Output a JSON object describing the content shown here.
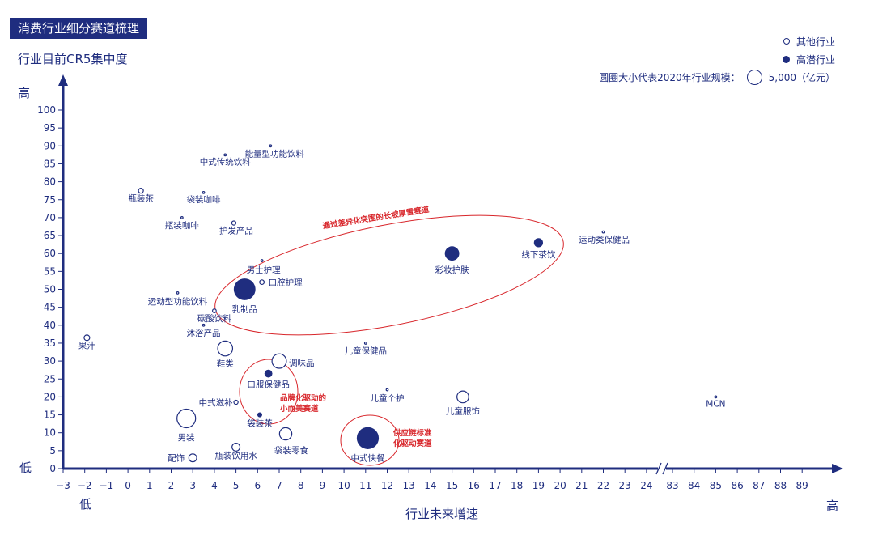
{
  "header": {
    "title": "消费行业细分赛道梳理",
    "y_title": "行业目前CR5集中度"
  },
  "legend": {
    "other_label": "其他行业",
    "high_label": "高潜行业",
    "size_prefix": "圆圈大小代表2020年行业规模：",
    "size_value": "5,000（亿元）"
  },
  "colors": {
    "marker": "#1f2d7f",
    "axis": "#1f2d7f",
    "annotation": "#d8262b"
  },
  "chart_data": {
    "type": "scatter",
    "xlabel": "行业未来增速",
    "ylabel": "行业目前CR5集中度",
    "x_low_label": "低",
    "x_high_label": "高",
    "y_low_label": "低",
    "y_high_label": "高",
    "xlim": [
      -3,
      89
    ],
    "x_axis_break": [
      24,
      83
    ],
    "ylim": [
      0,
      100
    ],
    "x_ticks": [
      -3,
      -2,
      -1,
      0,
      1,
      2,
      3,
      4,
      5,
      6,
      7,
      8,
      9,
      10,
      11,
      12,
      13,
      14,
      15,
      16,
      17,
      18,
      19,
      20,
      21,
      22,
      23,
      24,
      83,
      84,
      85,
      86,
      87,
      88,
      89
    ],
    "y_ticks": [
      0,
      5,
      10,
      15,
      20,
      25,
      30,
      35,
      40,
      45,
      50,
      55,
      60,
      65,
      70,
      75,
      80,
      85,
      90,
      95,
      100
    ],
    "size_reference": 5000,
    "points": [
      {
        "name": "能量型功能饮料",
        "x": 6.6,
        "y": 90,
        "size": 60,
        "category": "other"
      },
      {
        "name": "中式传统饮料",
        "x": 4.5,
        "y": 87.5,
        "size": 15,
        "category": "other"
      },
      {
        "name": "瓶装茶",
        "x": 0.6,
        "y": 77.5,
        "size": 350,
        "category": "other"
      },
      {
        "name": "袋装咖啡",
        "x": 3.5,
        "y": 77,
        "size": 20,
        "category": "other"
      },
      {
        "name": "瓶装咖啡",
        "x": 2.5,
        "y": 70,
        "size": 20,
        "category": "other"
      },
      {
        "name": "护发产品",
        "x": 4.9,
        "y": 68.5,
        "size": 250,
        "category": "other"
      },
      {
        "name": "运动类保健品",
        "x": 22,
        "y": 66,
        "size": 12,
        "category": "other"
      },
      {
        "name": "线下茶饮",
        "x": 19,
        "y": 63,
        "size": 1200,
        "category": "high"
      },
      {
        "name": "彩妆护肤",
        "x": 15,
        "y": 60,
        "size": 3000,
        "category": "high"
      },
      {
        "name": "男士护理",
        "x": 6.2,
        "y": 58,
        "size": 12,
        "category": "other"
      },
      {
        "name": "口腔护理",
        "x": 6.2,
        "y": 52,
        "size": 300,
        "category": "other"
      },
      {
        "name": "乳制品",
        "x": 5.4,
        "y": 50,
        "size": 6800,
        "category": "high"
      },
      {
        "name": "运动型功能饮料",
        "x": 2.3,
        "y": 49,
        "size": 20,
        "category": "other"
      },
      {
        "name": "碳酸饮料",
        "x": 4,
        "y": 44,
        "size": 200,
        "category": "other"
      },
      {
        "name": "沐浴产品",
        "x": 3.5,
        "y": 40,
        "size": 15,
        "category": "other"
      },
      {
        "name": "果汁",
        "x": -1.9,
        "y": 36.5,
        "size": 450,
        "category": "other"
      },
      {
        "name": "儿童保健品",
        "x": 11,
        "y": 35,
        "size": 15,
        "category": "other"
      },
      {
        "name": "鞋类",
        "x": 4.5,
        "y": 33.5,
        "size": 3200,
        "category": "other"
      },
      {
        "name": "调味品",
        "x": 7,
        "y": 30,
        "size": 3000,
        "category": "other"
      },
      {
        "name": "口服保健品",
        "x": 6.5,
        "y": 26.5,
        "size": 900,
        "category": "high"
      },
      {
        "name": "儿童个护",
        "x": 12,
        "y": 22,
        "size": 15,
        "category": "other"
      },
      {
        "name": "儿童服饰",
        "x": 15.5,
        "y": 20,
        "size": 2000,
        "category": "other"
      },
      {
        "name": "MCN",
        "x": 85,
        "y": 20,
        "size": 15,
        "category": "other"
      },
      {
        "name": "中式滋补",
        "x": 5,
        "y": 18.5,
        "size": 250,
        "category": "other"
      },
      {
        "name": "袋装茶",
        "x": 6.1,
        "y": 15,
        "size": 350,
        "category": "high"
      },
      {
        "name": "男装",
        "x": 2.7,
        "y": 14,
        "size": 5000,
        "category": "other"
      },
      {
        "name": "袋装零食",
        "x": 7.3,
        "y": 9.7,
        "size": 2200,
        "category": "other"
      },
      {
        "name": "中式快餐",
        "x": 11.1,
        "y": 8.5,
        "size": 7000,
        "category": "high"
      },
      {
        "name": "瓶装饮用水",
        "x": 5,
        "y": 6,
        "size": 900,
        "category": "other"
      },
      {
        "name": "配饰",
        "x": 3,
        "y": 3,
        "size": 900,
        "category": "other"
      }
    ],
    "annotations": [
      {
        "text": "通过差异化突围的长坡厚雪赛道"
      },
      {
        "text": "品牌化驱动的小而美赛道"
      },
      {
        "text": "供应链标准化驱动赛道"
      }
    ]
  }
}
